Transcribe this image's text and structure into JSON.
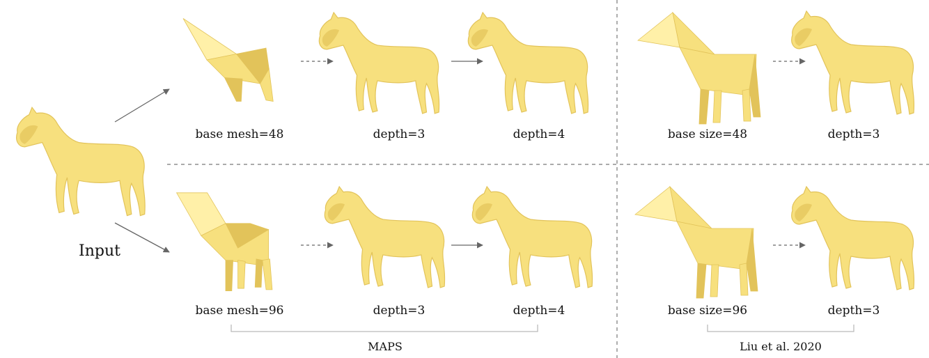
{
  "figure": {
    "input_label": "Input",
    "maps_label": "MAPS",
    "liu_label": "Liu et al. 2020",
    "top_row": {
      "maps_base_label": "base mesh=48",
      "maps_depth3_label": "depth=3",
      "maps_depth4_label": "depth=4",
      "liu_base_label": "base size=48",
      "liu_depth3_label": "depth=3"
    },
    "bottom_row": {
      "maps_base_label": "base mesh=96",
      "maps_depth3_label": "depth=3",
      "maps_depth4_label": "depth=4",
      "liu_base_label": "base size=96",
      "liu_depth3_label": "depth=3"
    }
  },
  "colors": {
    "mesh_fill": "#F7E07E",
    "mesh_shade": "#E2C35A",
    "mesh_light": "#FFF0A8",
    "arrow": "#666666",
    "divider": "#777777",
    "bracket": "#BBBBBB"
  }
}
